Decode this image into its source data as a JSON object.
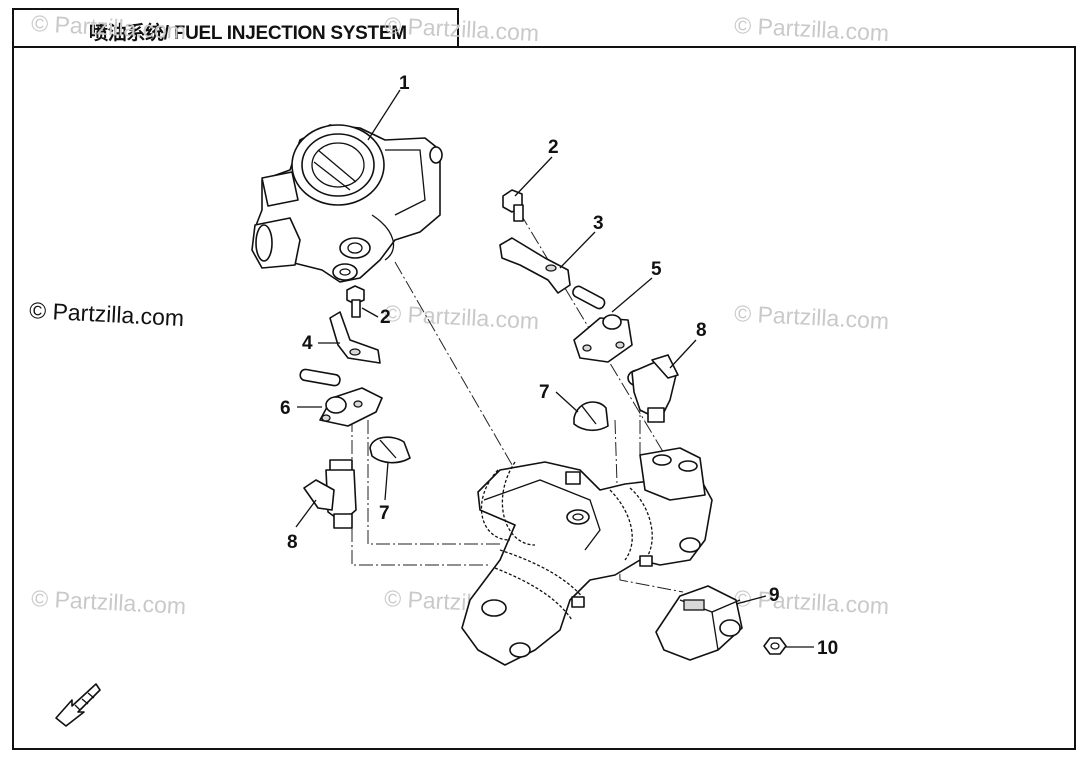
{
  "title": "喷油系统/ FUEL INJECTION SYSTEM",
  "watermark": {
    "main": "© Partzilla.com",
    "faint": "© Partzilla.com"
  },
  "callouts": [
    {
      "id": "1",
      "part": "throttle-body"
    },
    {
      "id": "2",
      "part": "bolt-upper"
    },
    {
      "id": "2",
      "part": "bolt-lower"
    },
    {
      "id": "3",
      "part": "clamp-bracket-upper"
    },
    {
      "id": "4",
      "part": "clamp-bracket-lower"
    },
    {
      "id": "5",
      "part": "fuel-rail-right"
    },
    {
      "id": "6",
      "part": "fuel-rail-left"
    },
    {
      "id": "7",
      "part": "clip-right"
    },
    {
      "id": "7",
      "part": "clip-left"
    },
    {
      "id": "8",
      "part": "injector-right"
    },
    {
      "id": "8",
      "part": "injector-left"
    },
    {
      "id": "9",
      "part": "map-sensor"
    },
    {
      "id": "10",
      "part": "sensor-bolt"
    }
  ],
  "icons": {
    "front": "fwd-arrow-icon"
  }
}
